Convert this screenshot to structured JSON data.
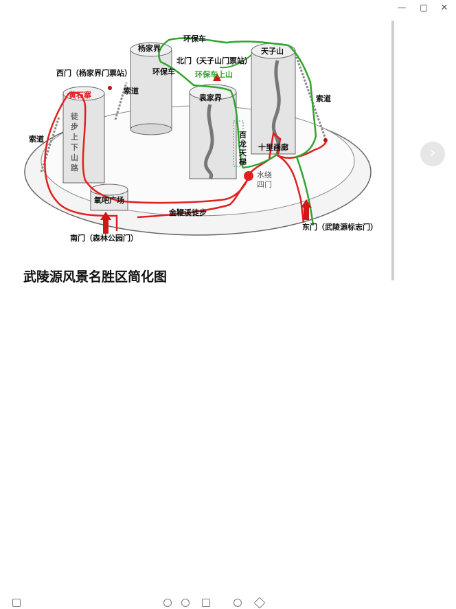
{
  "window": {
    "minimize_glyph": "—",
    "restore_glyph": "▢",
    "close_glyph": "✕"
  },
  "map": {
    "title": "武陵源风景名胜区简化图",
    "peaks": {
      "yangjiajie": "杨家界",
      "tianzishan": "天子山",
      "huangshizhai": "黄石寨",
      "yuanjiajie": "袁家界"
    },
    "labels": {
      "huanbaoche_top": "环保车",
      "huanbaoche_left": "环保车",
      "beimen": "北门（天子山门票站）",
      "huanbaoche_shangshan": "环保车上山",
      "ximen": "西门（杨家界门票站）",
      "suodao_left_top": "索道",
      "suodao_left": "索道",
      "suodao_right": "索道",
      "tubu": "徒步上下山路",
      "bailong": "百龙天梯",
      "shilihualang": "十里画廊",
      "shuirao": "水绕四门",
      "yangba": "氧吧广场",
      "jinbianxi": "金鞭溪徒步",
      "nanmen": "南门（森林公园门）",
      "dongmen": "东门（武陵源标志门）"
    }
  },
  "colors": {
    "route_red": "#e02020",
    "route_green": "#2fa52f",
    "peak_fill": "#e4e4e4"
  }
}
